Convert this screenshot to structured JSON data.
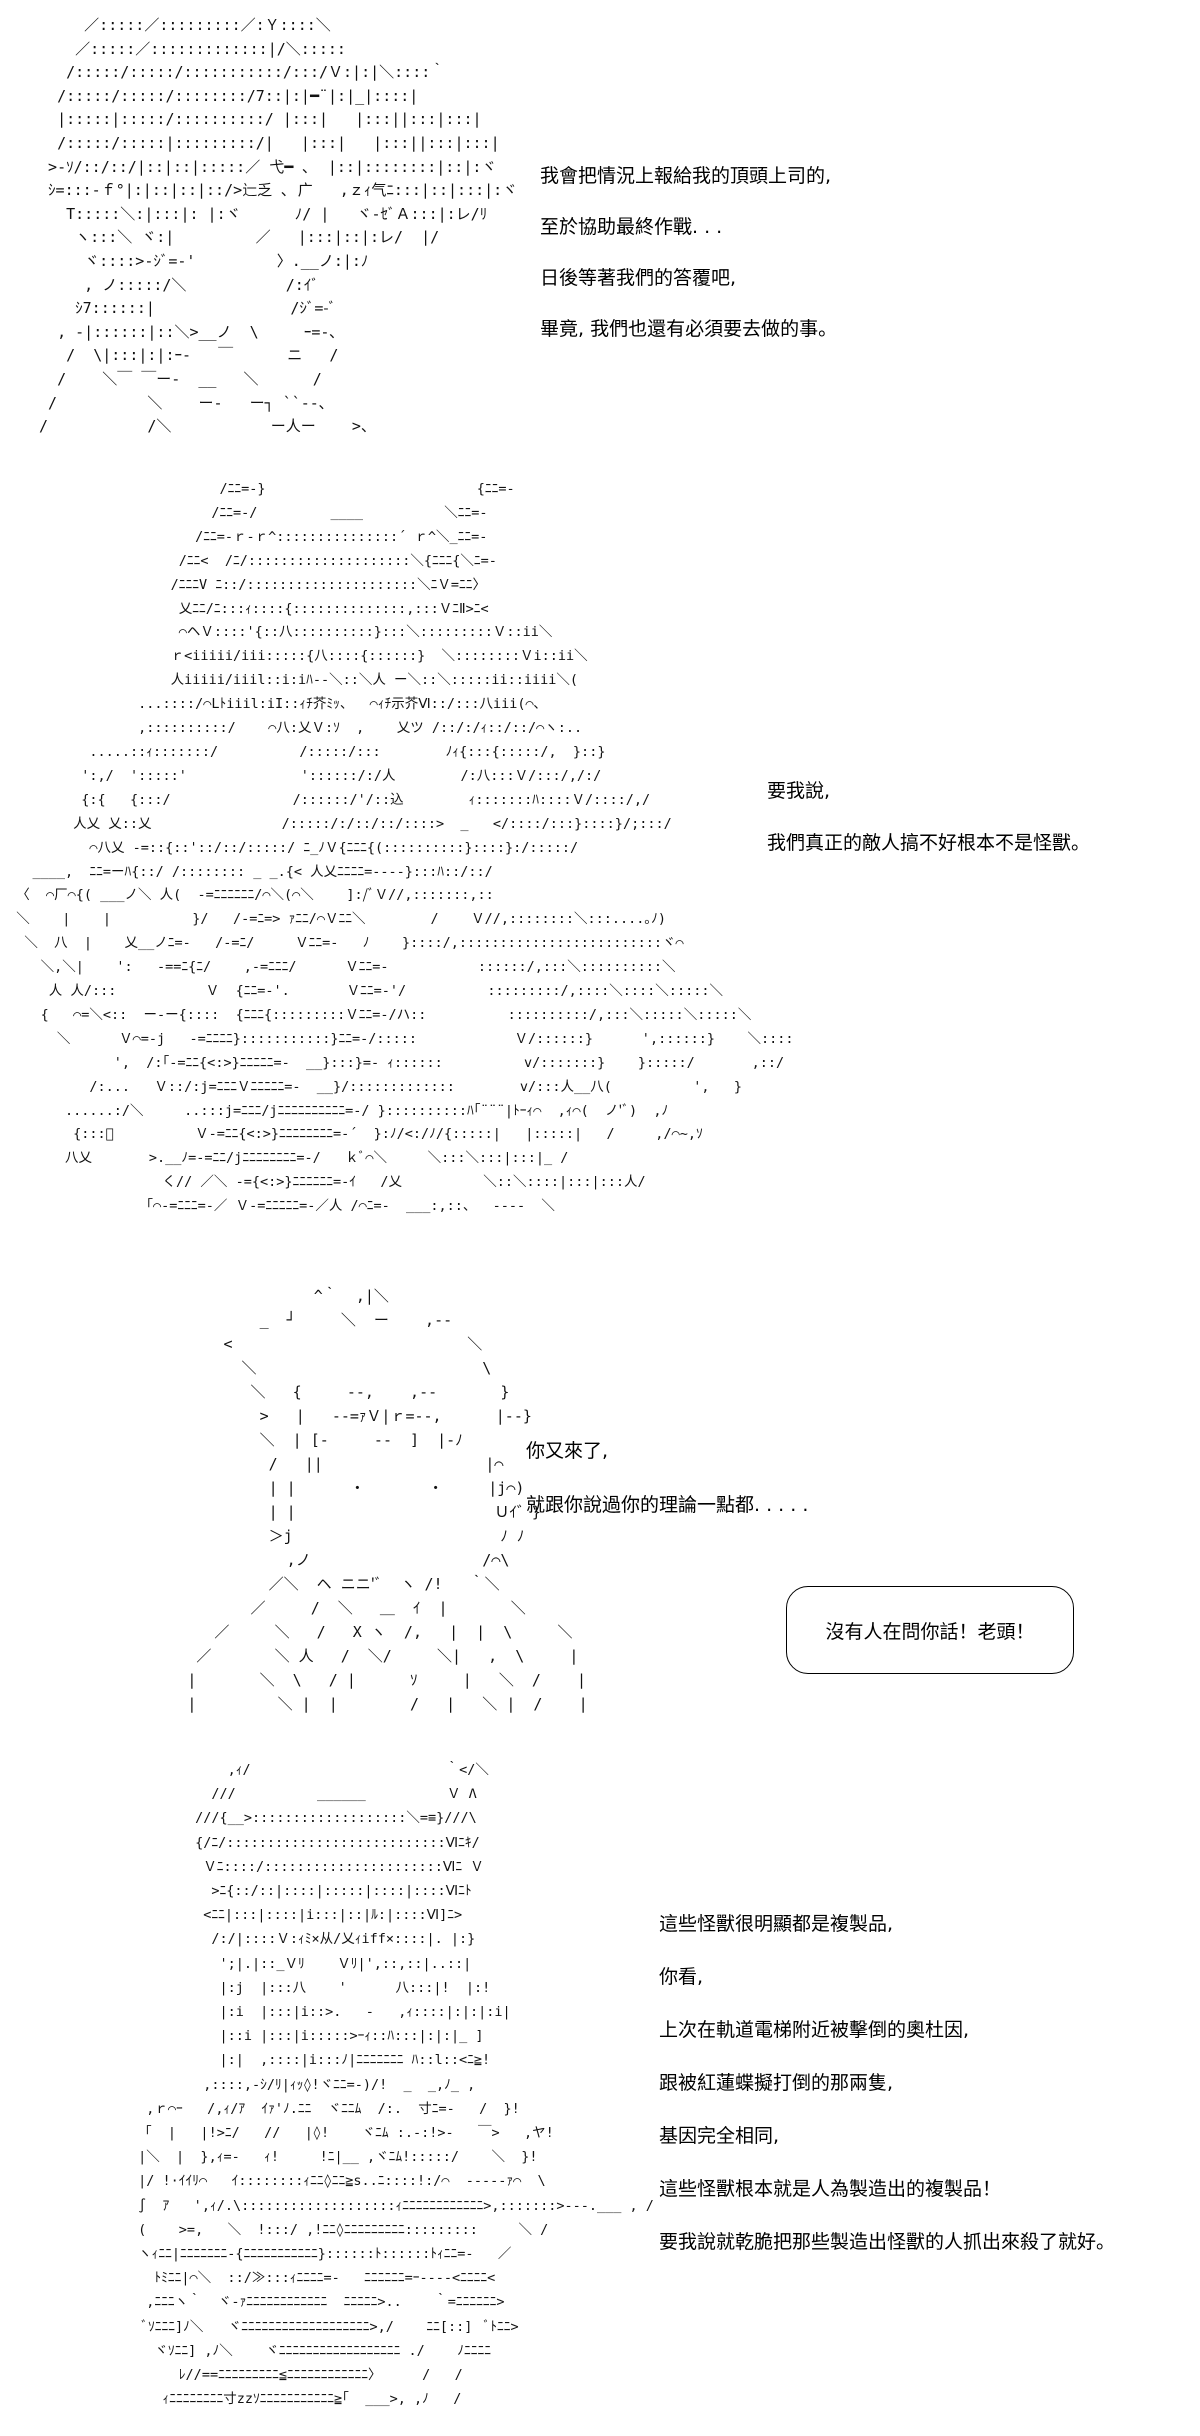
{
  "panels": [
    {
      "art": "      ／:::::／:::::::::／:Ｙ::::＼\n     ／:::::／:::::::::::::|/＼:::::\n    /:::::/:::::/:::::::::::/:::/Ｖ:|:|＼::::｀\n   /:::::/:::::/::::::::/7::|:|━¨|:|_|::::|\n   |:::::|:::::/::::::::::/ |:::|   |:::||:::|:::|\n   /:::::/:::::|:::::::::/|   |:::|   |:::||:::|:::|\n  >-ｿ/::/::/|::|::|:::::／ 弋━ ､  |::|::::::::|::|:ヾ\n  ｼ=:::-ｆ°|:|::|::|::/>辷乏 ､ 广   ,ｚｨ气ﾆ:::|::|:::|:ヾ\n    T:::::＼:|:::|: |:ヾ      ﾉ/ |   ヾ-ｾﾞＡ:::|:レ/ﾘ\n     ヽ:::＼ ヾ:|         ／   |:::|::|:レ/  |/\n      ヾ::::>-ｼﾞ=-'         〉.__ノ:|:ﾉ\n      , ノ:::::/＼           /:ｲﾞ\n     ｼ7::::::|               /ｼﾞ=-ﾞ\n   , -|::::::|::＼>__ノ  \\     ｰ=-､  \n    /  \\|:::|:|:ｰ-   ￣      ニ   /\n   /    ＼￣ ￣ー-  __   ＼      /\n  /          ＼    ー-   ー┐ ``--､\n /           /＼           ー人ー    >、",
      "lines": [
        "我會把情況上報給我的頂頭上司的,",
        "至於協助最終作戰. . .",
        "日後等著我們的答覆吧,",
        "畢竟, 我們也還有必須要去做的事。"
      ]
    },
    {
      "art": "                           /ﾆﾆ=-}                          {ﾆﾆ=-\n                          /ﾆﾆ=-/         ____          ＼ﾆﾆ=-\n                        /ﾆﾆ=-ｒ‐ｒ^:::::::::::::::´ ｒ^＼_ﾆﾆ=-\n                      /ﾆﾆ<  /ﾆ/::::::::::::::::::::＼{ﾆﾆﾆ{＼ﾆ=-\n                     /ﾆﾆﾆV ﾆ::/:::::::::::::::::::::＼ﾆＶ=ﾆﾆ〉\n                      乂ﾆﾆ/ﾆ:::ｨ::::{::::::::::::::,:::ＶﾆⅡ>ﾆ<\n                      ⌒ヘＶ::::'{::八::::::::::}:::＼:::::::::Ｖ::ii＼\n                     ｒ<iiiii/iii:::::{八::::{::::::}  ＼::::::::Ｖi::ii＼\n                     人iiiii/iiil::i:iﾊ--＼::＼人 ー＼::＼:::::ii::iiii＼(\n                 ...::::/⌒Lﾄiiil:iI::ｨﾁ芥ﾐｯ、  ⌒ｨﾁ示芥Ⅵ::/:::八iii(⌒､\n                 ,::::::::::/    ⌒八:乂Ｖ:ｿ  ,    乂ツ /::/:/ｨ::/::/⌒ヽ:..\n           .....::ｨ:::::::/          /:::::/:::        ﾉｨ{:::{:::::/,  }::}\n          ':,/  ':::::'              '::::::/:/人        /:八:::Ｖ/:::/,/:/\n          {:{   {:::/               /::::::/'/::込        ｨ:::::::ﾊ::::Ｖ/::::/,/\n         人乂 乂::乂                /:::::/:/::/::/::::>  _   </::::/:::}::::}/;:::/\n           ⌒八乂 ‐=::{::'::/::/:::::/ ﾆ_ﾉＶ{ﾆﾆﾆ{(::::::::::}::::}:/:::::/\n    ____,  ﾆﾆ=ーﾊ{::/ /:::::::: _ _.{< 人乂ﾆﾆﾆﾆ=----}:::ﾊ::/::/\n  〈  ⌒厂⌒{( ___ノ＼ 人(  ‐=ﾆﾆﾆﾆﾆﾆ/⌒＼(⌒＼    ]:/ﾞＶ//,:::::::,::\n  ＼    |    |          }/   /-=ﾆ=> ｧﾆﾆ/⌒Ｖﾆﾆ＼        /    Ｖ//,::::::::＼:::....｡ﾉ)\n   ＼  八  |    乂__ノﾆ=-   /-=ﾆ/     Ｖﾆﾆ=-   ﾉ    }::::/,:::::::::::::::::::::::::ヾ⌒\n     ＼,＼|    ':   ‐==ﾆ{ﾆ/    ,-=ﾆﾆﾆ/      Ｖﾆﾆ=-           ::::::/,:::＼::::::::::＼\n      人 人/:::           Ｖ  {ﾆﾆ=-'.       Ｖﾆﾆ=-'/          :::::::::/,::::＼::::＼:::::＼\n     {   ⌒=＼<::  ー-ー{::::  {ﾆﾆﾆ{:::::::::Ｖﾆﾆ=-/ハ::          ::::::::::/,:::＼:::::＼:::::＼\n       ＼      Ｖ⌒=-j   -=ﾆﾆﾆﾆ}:::::::::::}ﾆﾆ=-/:::::            Ｖ/::::::}      ',::::::}    ＼::::\n              ',  /:｢-=ﾆﾆ{<:>}ﾆﾆﾆﾆﾆ=-  __}:::}=- ｨ::::::          v/:::::::}    }:::::/       ,::/\n           /:...   Ｖ::/:j=ﾆﾆﾆＶﾆﾆﾆﾆﾆ=-  __}/:::::::::::::        v/:::人__八(          ',   }\n        ......:/＼     ..:::j=ﾆﾆﾆ/jﾆﾆﾆﾆﾆﾆﾆﾆﾆﾆ=-/ }::::::::::ﾊ｢¨¨¨|ﾄｰｨ⌒  ,ｨ⌒(  ノ'ﾞ)  ,ﾉ\n         {:::ﾞ          Ｖ-=ﾆﾆ{<:>}ﾆﾆﾆﾆﾆﾆﾆﾆ=-´  }:ﾉ/<:/ﾉ/{:::::|   |:::::|   /     ,/⌒~,ｿ\n        八乂       >.__ﾉ=-=ﾆﾆ/jﾆﾆﾆﾆﾆﾆﾆﾆ=-/   ｋﾞ⌒＼     ＼:::＼:::|:::|_ /\n                    く// ／＼ -={<:>}ﾆﾆﾆﾆﾆﾆ=-ｲ   /乂          ＼::＼::::|:::|:::人/\n                  ｢⌒-=ﾆﾆﾆ=-／ Ｖ-=ﾆﾆﾆﾆﾆ=-／人 /⌒ﾆ=-  ___:,::、  ----  ＼",
      "lines": [
        "要我說,",
        "我們真正的敵人搞不好根本不是怪獸。"
      ]
    },
    {
      "art": "                         ^｀  ,|＼\n                   _  ┘     ＼  ー    ,--\n               <                          ＼\n                 ＼                         \\\n                  ＼   {     --,    ,--       }\n                   >   |   --=ｧＶ|ｒ=--,      |--}\n                   ＼  | [-     --  ]  |-ﾉ\n                    /   ||                  |⌒\n                    | |      ・       ・     |j⌒)\n                    | |                      Ｕｲ゛}\n                    ＞j                       ﾉ ﾉ\n                      ,ノ                   /⌒\\\n                    ／＼  ヘ ニニ'ﾞ  ヽ /!   ｀＼\n                  ／     /  ＼   ＿  ｲ  |       ＼\n              ／     ＼   /   X ヽ  /,   |  |  \\     ＼\n            ／       ＼ 人   /  ＼/     ＼|   ,  \\     |\n           |       ＼  \\   / |      ｿ     |   ＼  /    |\n           |         ＼ |  |        /   |   ＼ |  /    |",
      "lines": [
        "你又來了,",
        "就跟你說過你的理論一點都. . . . ."
      ],
      "box": "沒有人在問你話！老頭！"
    },
    {
      "art": "                            ,ｨ/                        ｀</＼\n                          ///          ______          Ｖ Λ\n                        ///{__>:::::::::::::::::::＼=≡}///\\\n                        {/ﾆ/:::::::::::::::::::::::::::Ⅵﾆｷ/\n                         Ｖﾆ::::/::::::::::::::::::::::Ⅵﾆ Ｖ\n                          >ﾆ{::/::|::::|:::::|::::|::::Ⅵﾆﾄ\n                         <ﾆﾆ|:::|::::|i:::|::|ﾙ:|::::Ⅵ]ﾆ>\n                          /:/|::::Ｖ:ｨﾐ×从/乂ｨiff×::::|. |:}\n                           ';|.|::_Ｖﾘ    Ｖﾘ|',::,::|..::|\n                           |:j  |:::八    '      八:::|!  |:!\n                           |:i  |:::|i::>.   -   ,ｨ::::|:|:|:i|\n                           |::i |:::|i:::::>ｰｨ::ﾊ:::|:|:|_ ]\n                           |:|  ,::::|i:::ﾉ|ﾆﾆﾆﾆﾆﾆﾆ ﾊ::l::<ﾆ≧!\n                         ,::::,-ｼ/ﾘ|ｨｯ◊!ヾﾆﾆ=-)/!  _  _,ﾉ_ ,\n                  ,ｒ⌒ｰ   /,ｨ/ｱ  ｲｧ'ﾉ.ﾆﾆ  ヾﾆﾆﾑ  /:.  寸ﾆ=-   /  }!\n                 「  |   |!>ﾆ/   //   |◊!    ヾﾆﾑ :.-:!>-   ￣>   ,ヤ!\n                 |＼  |  },ｨ=-   ｨ!     !ﾆ|__ ,ヾﾆﾑ!:::::/    ＼  }!\n                 |/ !·ｲｲﾘ⌒   ｲ::::::::ｨﾆﾆ◊ﾆﾆ≧s..ﾆ::::!:/⌒  -----ｧ⌒  \\\n                 ∫  ｱ   ',ｨ/.\\:::::::::::::::::::ｨﾆﾆﾆﾆﾆﾆﾆﾆﾆﾆﾆﾆ>,:::::::>---.___ , /\n                 (    >=,   ＼  !:::/ ,!ﾆﾆ◊ﾆﾆﾆﾆﾆﾆﾆﾆﾆ:::::::::     ＼ /\n                 ヽｨﾆﾆ|ﾆﾆﾆﾆﾆﾆﾆ-{ﾆﾆﾆﾆﾆﾆﾆﾆﾆﾆﾆ}::::::ﾄ::::::ﾄｨﾆﾆ=-   ／\n                   ﾄﾐﾆﾆ|⌒＼  ::/≫:::ｨﾆﾆﾆﾆ=-   ﾆﾆﾆﾆﾆﾆ=ｰ----<ﾆﾆﾆﾆ<\n                  ,ﾆﾆﾆヽ｀  ヾ-ｧﾆﾆﾆﾆﾆﾆﾆﾆﾆﾆﾆﾆ  ﾆﾆﾆﾆﾆ>..    ｀=ﾆﾆﾆﾆﾆﾆ>\n                  ﾞｿﾆﾆﾆ]ﾉ＼   ヾﾆﾆﾆﾆﾆﾆﾆﾆﾆﾆﾆﾆﾆﾆﾆﾆﾆﾆﾆ>,/    ﾆﾆ[::]  ﾞﾄﾆﾆ>\n                   ヾｿﾆﾆ] ,ﾉ＼    ヾﾆﾆﾆﾆﾆﾆﾆﾆﾆﾆﾆﾆﾆﾆﾆﾆﾆﾆ ./    ﾉﾆﾆﾆﾆ\n                      ﾚ//==ﾆﾆﾆﾆﾆﾆﾆﾆﾆ≦ﾆﾆﾆﾆﾆﾆﾆﾆﾆﾆﾆﾆ〉     /   /\n                    ｨﾆﾆﾆﾆﾆﾆﾆﾆ寸zzｿﾆﾆﾆﾆﾆﾆﾆﾆﾆﾆﾆ≧｢  ___>, ,ﾉ   /",
      "lines": [
        "這些怪獸很明顯都是複製品,",
        "你看,",
        "上次在軌道電梯附近被擊倒的奧杜因,",
        "跟被紅蓮蝶擬打倒的那兩隻,",
        "基因完全相同,",
        "這些怪獸根本就是人為製造出的複製品！",
        "要我說就乾脆把那些製造出怪獸的人抓出來殺了就好。"
      ]
    }
  ]
}
